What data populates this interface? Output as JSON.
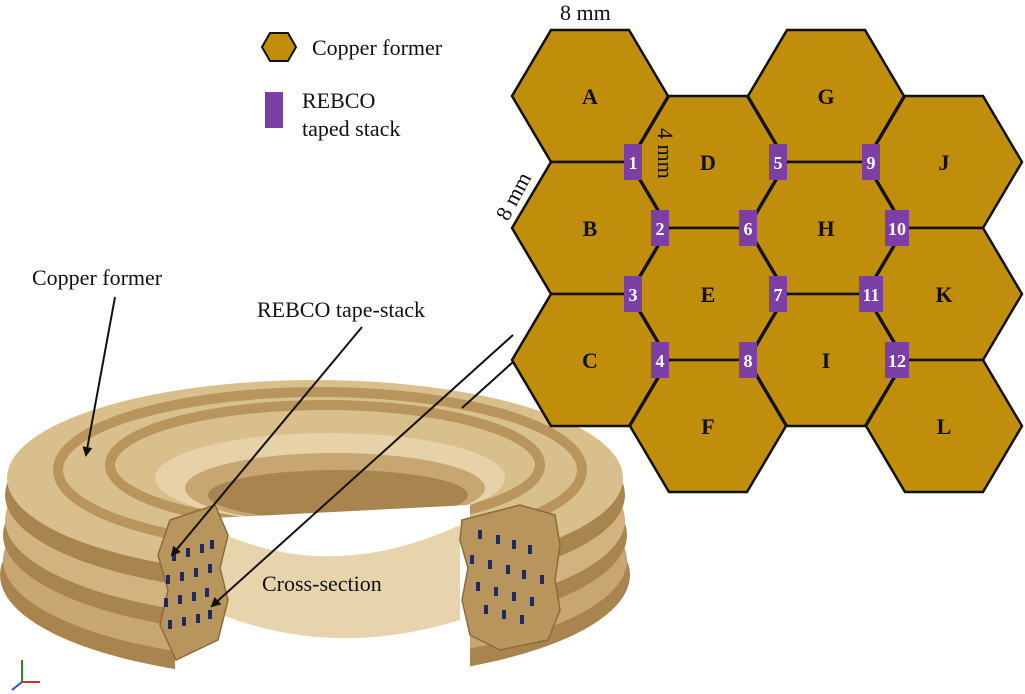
{
  "colors": {
    "copper": "#C18E0C",
    "copper_stroke": "#111111",
    "rebco": "#7B3FA6",
    "torus_light": "#D9BF8C",
    "torus_mid": "#C8A672",
    "torus_dark": "#A8844F",
    "torus_inner": "#E6D1A8"
  },
  "legend": {
    "copper_former": "Copper former",
    "rebco_line1": "REBCO",
    "rebco_line2": "taped stack"
  },
  "dimensions": {
    "top_width": "8 mm",
    "side_width": "8 mm",
    "stack_height": "4 mm"
  },
  "hexagons": [
    "A",
    "B",
    "C",
    "D",
    "E",
    "F",
    "G",
    "H",
    "I",
    "J",
    "K",
    "L"
  ],
  "stacks": [
    "1",
    "2",
    "3",
    "4",
    "5",
    "6",
    "7",
    "8",
    "9",
    "10",
    "11",
    "12"
  ],
  "annotations": {
    "copper_former": "Copper former",
    "rebco_stack": "REBCO tape-stack",
    "cross_section": "Cross-section"
  }
}
